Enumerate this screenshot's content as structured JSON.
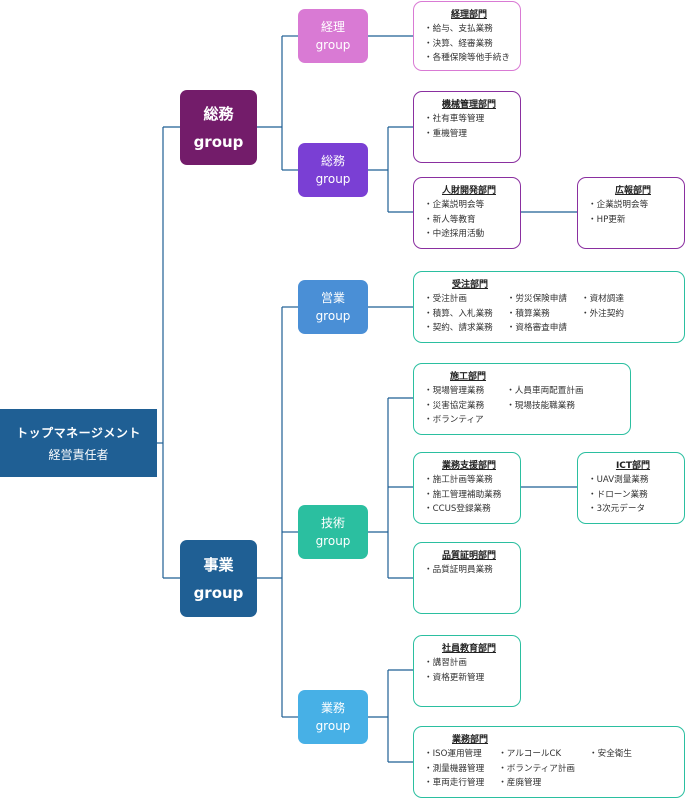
{
  "colors": {
    "root": "#1f5f94",
    "soumu_l1": "#731c6a",
    "keiri": "#d97ad4",
    "soumu_l2": "#7a3fd4",
    "jigyou_l1": "#1f5f94",
    "eigyou": "#4a8fd6",
    "gijutsu": "#2bbfa0",
    "gyoumu": "#47b0e6",
    "purple_border": "#8a2fa0",
    "pink_border": "#d97ad4",
    "teal_border": "#2bbfa0",
    "line": "#1f5f94"
  },
  "root": {
    "title": "トップマネージメント",
    "subtitle": "経営責任者"
  },
  "soumu_group": {
    "name": "総務",
    "suffix": "group"
  },
  "jigyou_group": {
    "name": "事業",
    "suffix": "group"
  },
  "keiri_group": {
    "name": "経理",
    "suffix": "group"
  },
  "soumu_sub": {
    "name": "総務",
    "suffix": "group"
  },
  "eigyou_group": {
    "name": "営業",
    "suffix": "group"
  },
  "gijutsu_group": {
    "name": "技術",
    "suffix": "group"
  },
  "gyoumu_group": {
    "name": "業務",
    "suffix": "group"
  },
  "keiri_dept": {
    "title": "経理部門",
    "items": [
      "給与、支払業務",
      "決算、経審業務",
      "各種保険等他手続き"
    ]
  },
  "kikai_dept": {
    "title": "機械管理部門",
    "items": [
      "社有車等管理",
      "重機管理"
    ]
  },
  "jinzai_dept": {
    "title": "人財開発部門",
    "items": [
      "企業説明会等",
      "新人等教育",
      "中途採用活動"
    ]
  },
  "kouhou_dept": {
    "title": "広報部門",
    "items": [
      "企業説明会等",
      "HP更新"
    ]
  },
  "juchuu_dept": {
    "title": "受注部門",
    "col1": [
      "受注計画",
      "積算、入札業務",
      "契約、請求業務"
    ],
    "col2": [
      "労災保険申請",
      "積算業務",
      "資格審査申請"
    ],
    "col3": [
      "資材調達",
      "外注契約"
    ]
  },
  "sekou_dept": {
    "title": "施工部門",
    "col1": [
      "現場管理業務",
      "災害協定業務",
      "ボランティア"
    ],
    "col2": [
      "人員車両配置計画",
      "現場技能職業務"
    ]
  },
  "gyoumushien_dept": {
    "title": "業務支援部門",
    "items": [
      "施工計画等業務",
      "施工管理補助業務",
      "CCUS登録業務"
    ]
  },
  "ict_dept": {
    "title": "ICT部門",
    "items": [
      "UAV測量業務",
      "ドローン業務",
      "3次元データ"
    ]
  },
  "hinshitsu_dept": {
    "title": "品質証明部門",
    "items": [
      "品質証明員業務"
    ]
  },
  "shain_dept": {
    "title": "社員教育部門",
    "items": [
      "講習計画",
      "資格更新管理"
    ]
  },
  "gyoumu_dept": {
    "title": "業務部門",
    "col1": [
      "ISO運用管理",
      "測量機器管理",
      "車両走行管理"
    ],
    "col2": [
      "アルコールCK",
      "ボランティア計画",
      "産廃管理"
    ],
    "col3": [
      "安全衛生"
    ]
  }
}
